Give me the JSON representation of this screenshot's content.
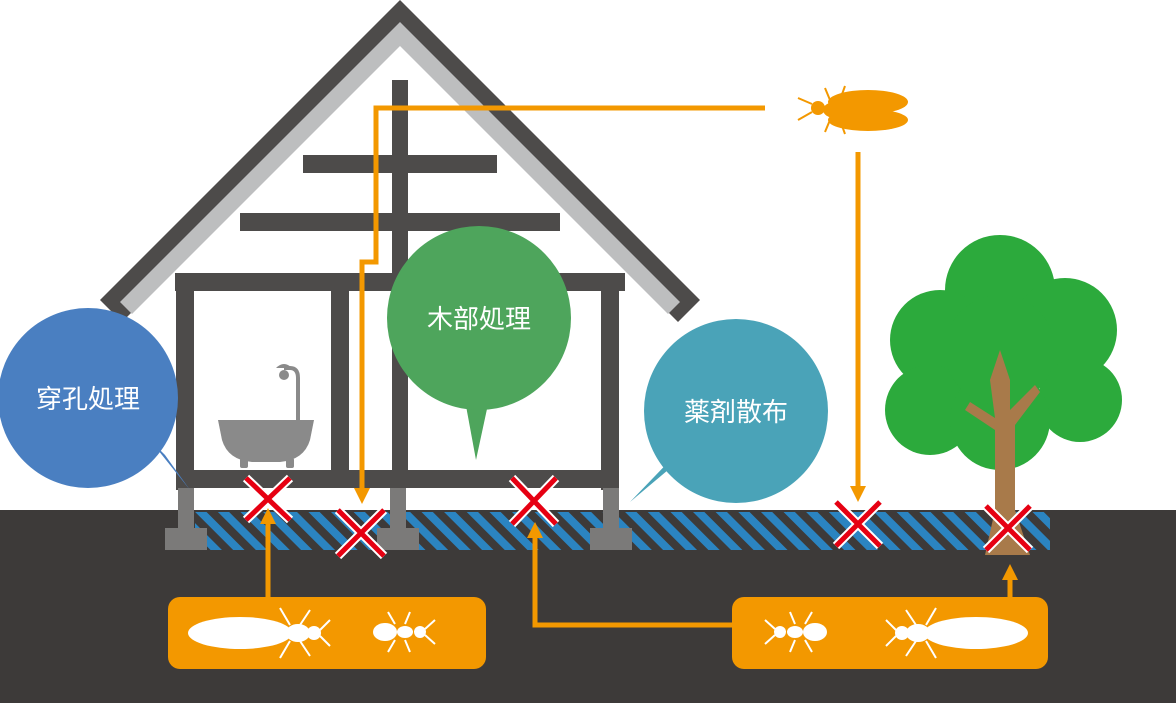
{
  "labels": {
    "drill": "穿孔処理",
    "wood": "木部処理",
    "spray": "薬剤散布"
  },
  "colors": {
    "ground": "#3d3a39",
    "house_frame": "#4d4b4a",
    "roof_inner": "#bdbebf",
    "arrow": "#f39800",
    "cross": "#e60012",
    "barrier_blue": "#2b84c1",
    "bubble_drill": "#4a7fc1",
    "bubble_wood": "#4ea55c",
    "bubble_spray": "#4aa3b8",
    "tree_green": "#2caa3c",
    "trunk": "#a87a4a"
  }
}
